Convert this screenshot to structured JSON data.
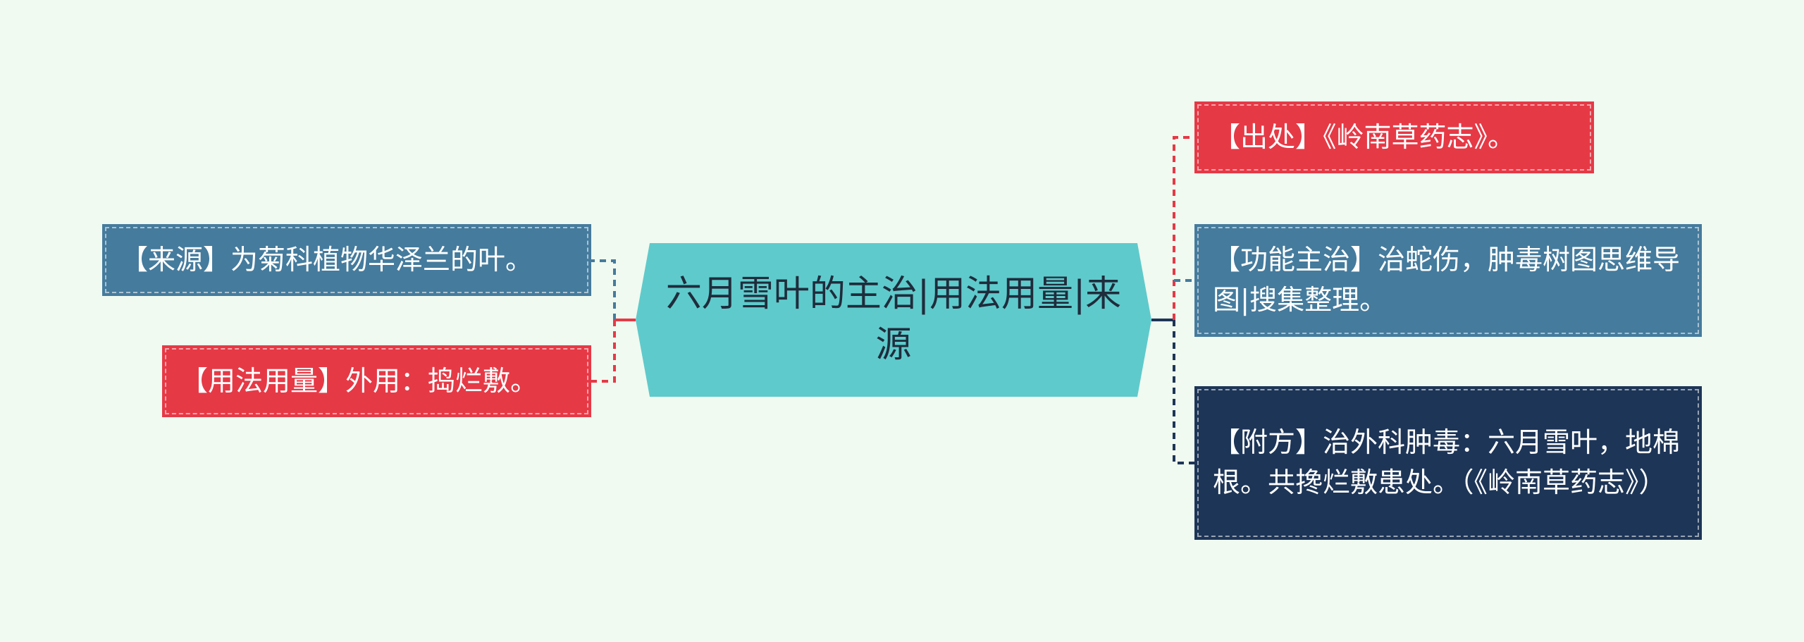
{
  "center": {
    "title": "六月雪叶的主治|用法用量|来源"
  },
  "left_nodes": [
    {
      "text": "【来源】为菊科植物华泽兰的叶。"
    },
    {
      "text": "【用法用量】外用：捣烂敷。"
    }
  ],
  "right_nodes": [
    {
      "text": "【出处】《岭南草药志》。"
    },
    {
      "text": "【功能主治】治蛇伤，肿毒树图思维导图|搜集整理。"
    },
    {
      "text": "【附方】治外科肿毒：六月雪叶，地棉根。共搀烂敷患处。（《岭南草药志》）"
    }
  ],
  "colors": {
    "background": "#f0faf0",
    "center_fill": "#5fcacb",
    "steel_blue": "#457b9d",
    "red": "#e63946",
    "navy": "#1d3557"
  }
}
